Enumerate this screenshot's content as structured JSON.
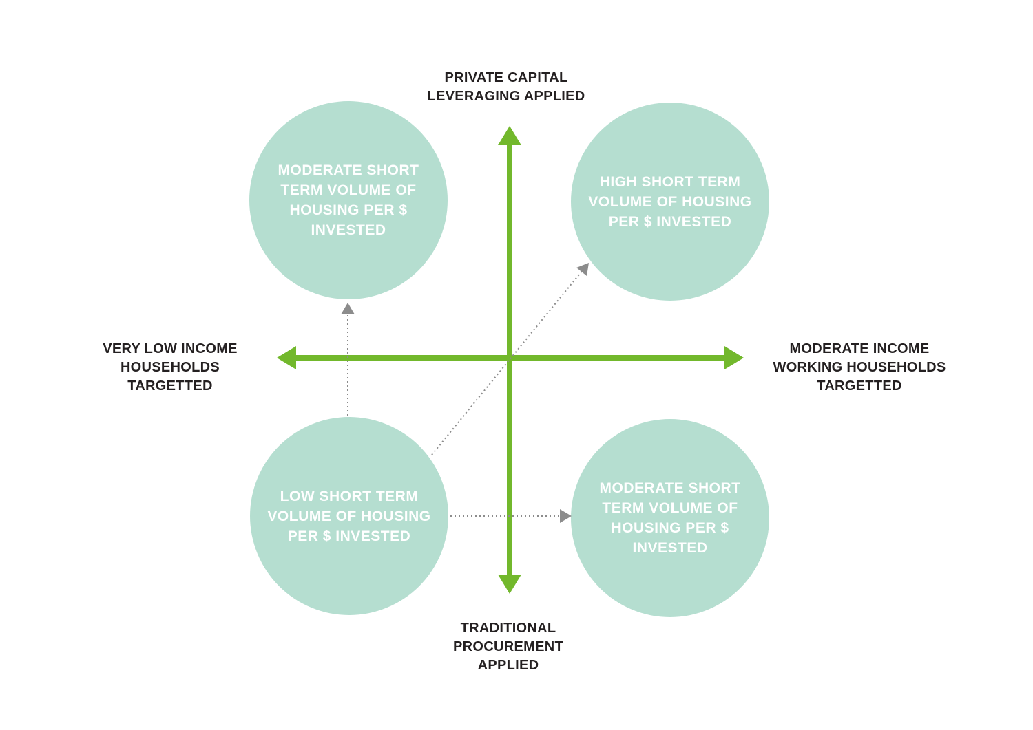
{
  "colors": {
    "green": "#72b82c",
    "mint": "#b5ded0",
    "ink": "#242021",
    "gray": "#8c8c8c"
  },
  "axes": {
    "top": "PRIVATE CAPITAL\nLEVERAGING APPLIED",
    "bottom": "TRADITIONAL\nPROCUREMENT\nAPPLIED",
    "left": "VERY LOW INCOME\nHOUSEHOLDS\nTARGETTED",
    "right": "MODERATE INCOME\nWORKING HOUSEHOLDS\nTARGETTED"
  },
  "quadrants": {
    "top_left": "MODERATE SHORT\nTERM VOLUME OF\nHOUSING PER $\nINVESTED",
    "top_right": "HIGH SHORT TERM\nVOLUME OF HOUSING\nPER $ INVESTED",
    "bottom_left": "LOW SHORT TERM\nVOLUME OF HOUSING\nPER $ INVESTED",
    "bottom_right": "MODERATE SHORT\nTERM VOLUME OF\nHOUSING PER $\nINVESTED"
  },
  "arrows": [
    {
      "from": "bottom_left",
      "to": "top_left",
      "style": "dotted"
    },
    {
      "from": "bottom_left",
      "to": "top_right",
      "style": "dotted"
    },
    {
      "from": "bottom_left",
      "to": "bottom_right",
      "style": "dotted"
    }
  ]
}
